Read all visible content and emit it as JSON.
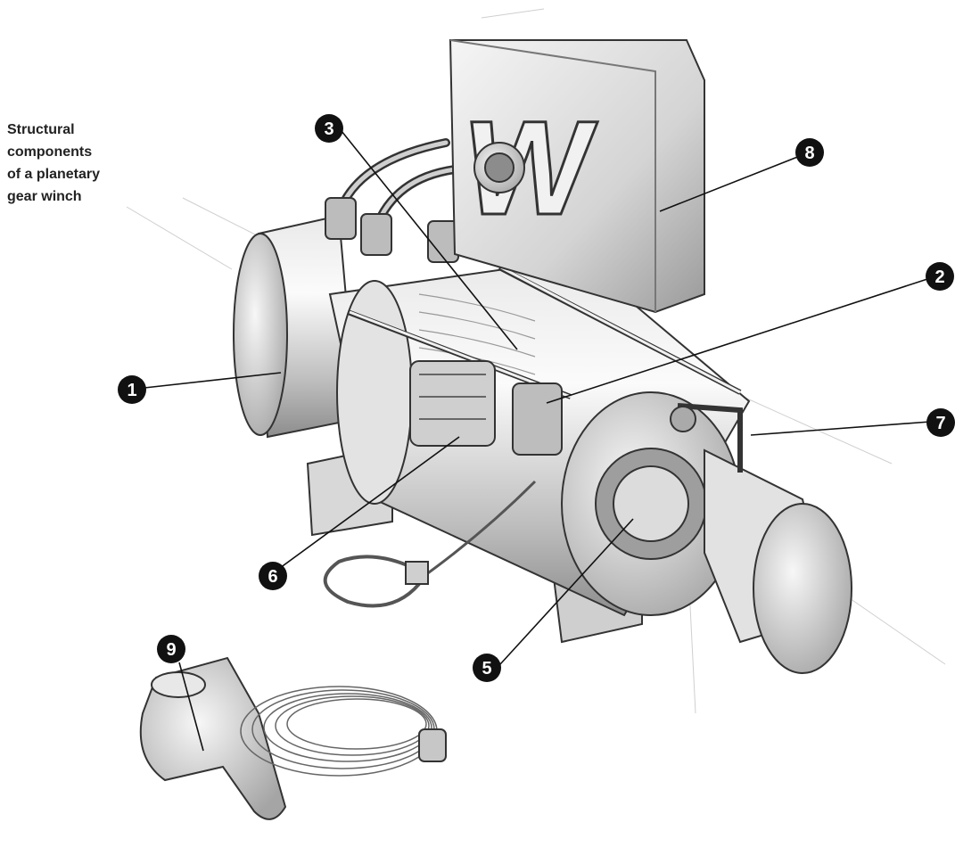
{
  "caption": {
    "lines": [
      "Structural",
      "components",
      "of a planetary",
      "gear winch"
    ]
  },
  "callouts": [
    {
      "number": "1"
    },
    {
      "number": "2"
    },
    {
      "number": "3"
    },
    {
      "number": "5"
    },
    {
      "number": "6"
    },
    {
      "number": "7"
    },
    {
      "number": "8"
    },
    {
      "number": "9"
    }
  ],
  "logo": {
    "letter": "W"
  },
  "colors": {
    "ink": "#1a1a1a",
    "badge": "#111111",
    "shade_light": "#f2f2f2",
    "shade_mid": "#c9c9c9",
    "shade_dark": "#8a8a8a"
  }
}
